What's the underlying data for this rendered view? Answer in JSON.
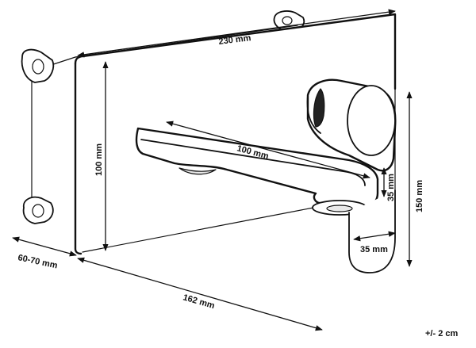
{
  "dimensions": {
    "plate_width": "230 mm",
    "plate_height": "100 mm",
    "spout_length": "100 mm",
    "spout_height": "35 mm",
    "spout_width": "35 mm",
    "total_height": "150 mm",
    "wall_depth": "60-70 mm",
    "projection": "162 mm"
  },
  "tolerance": "+/- 2 cm"
}
